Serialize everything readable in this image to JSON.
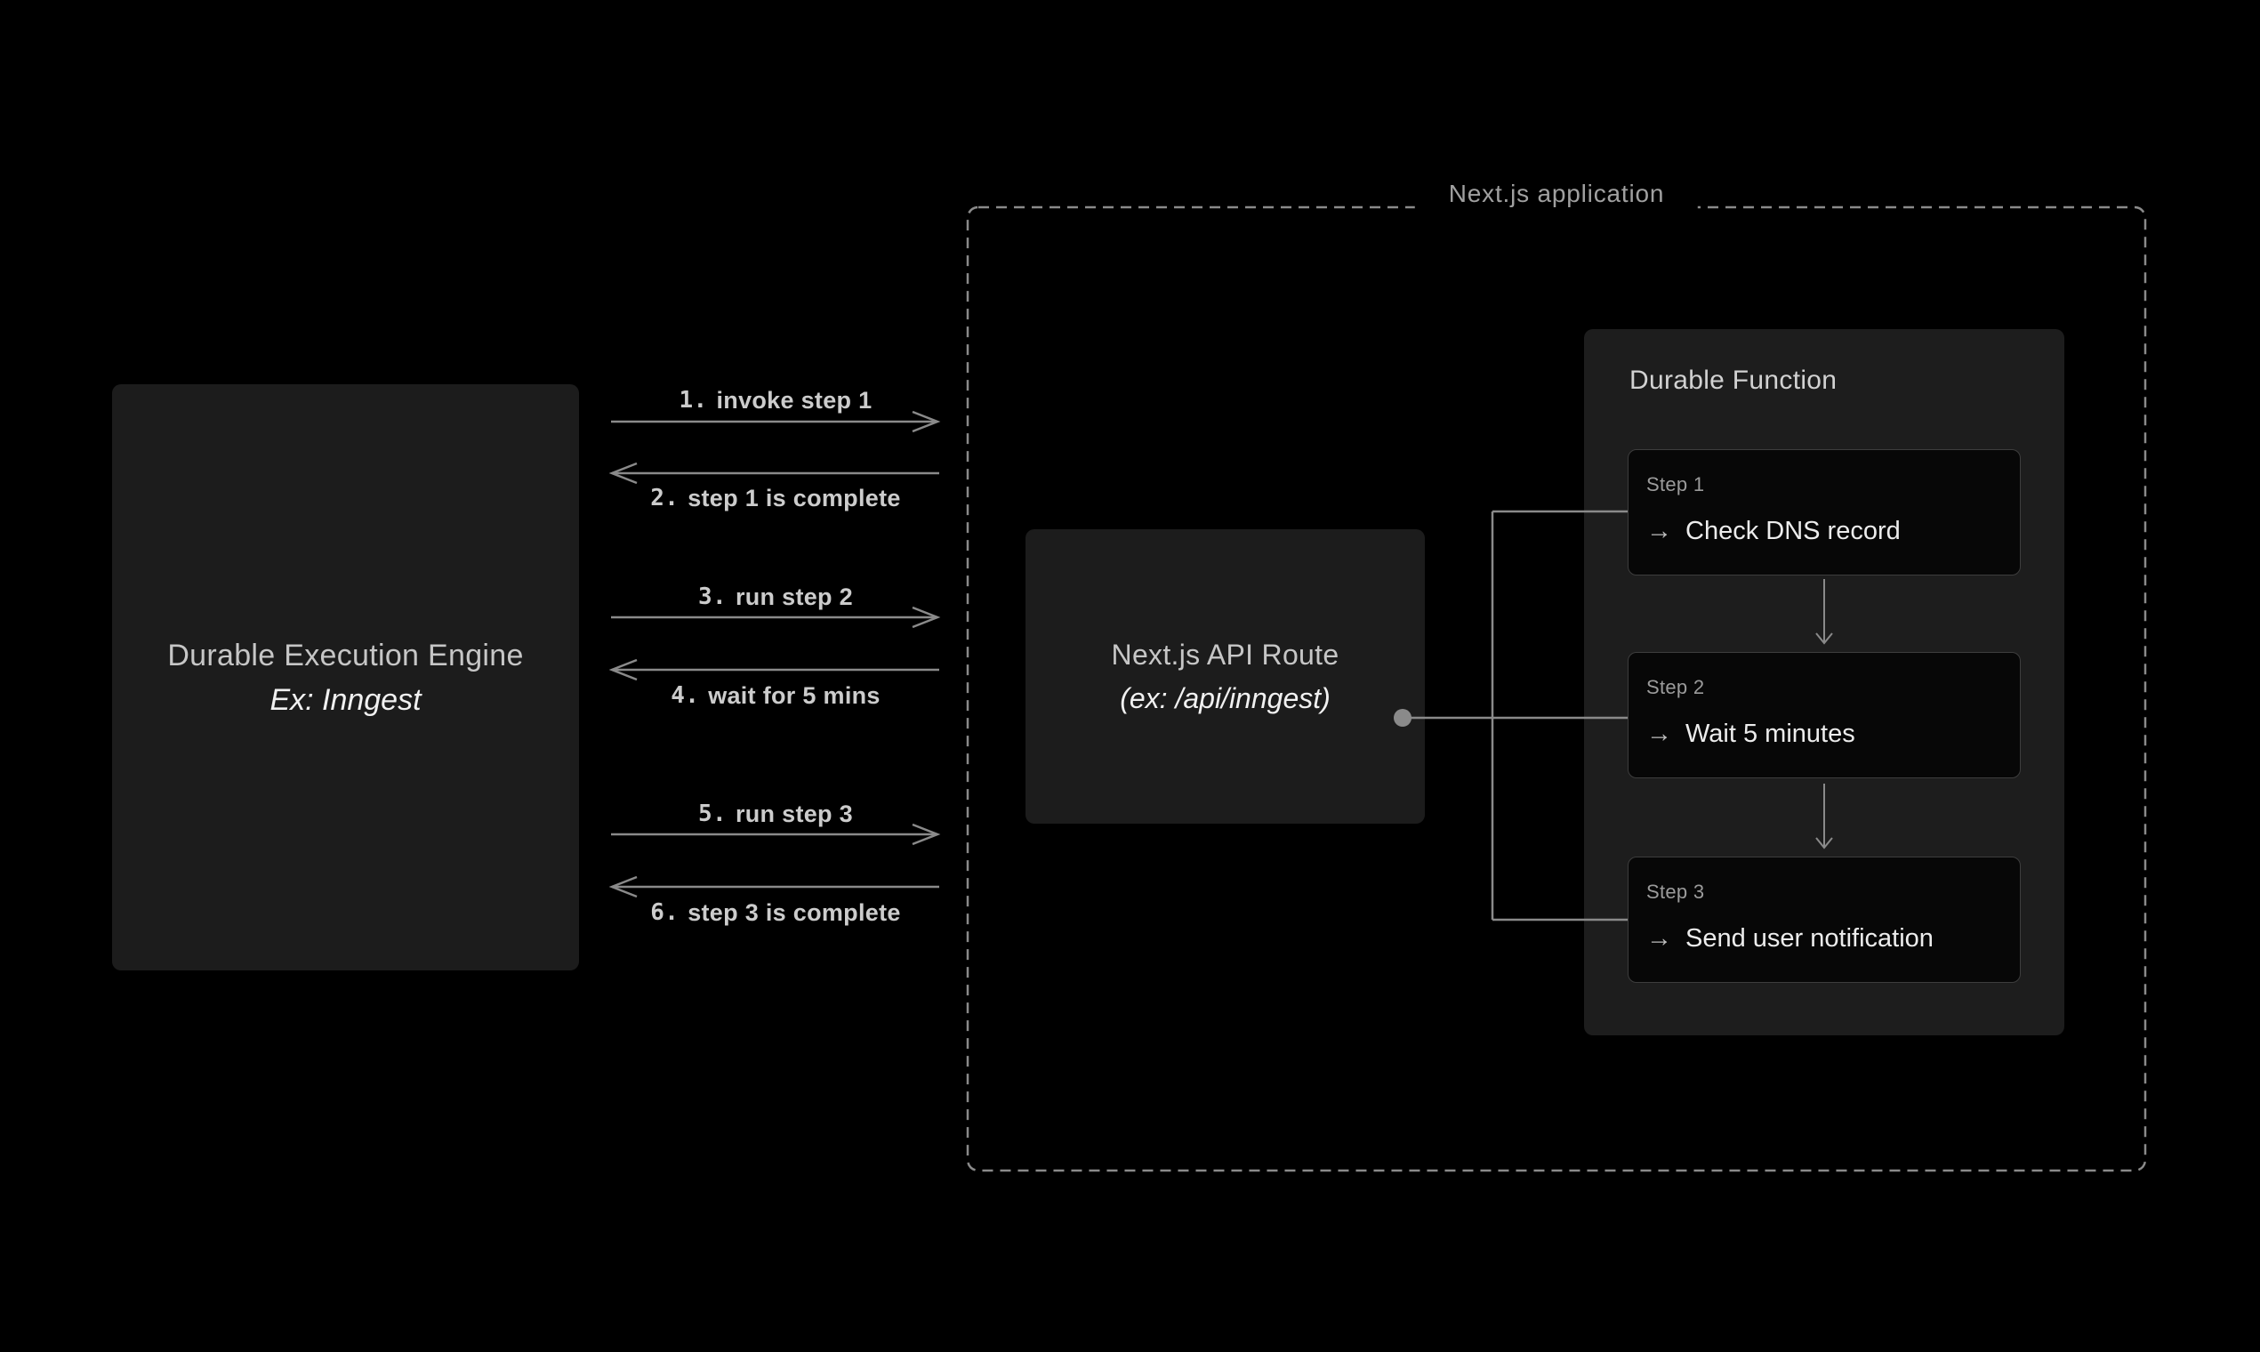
{
  "colors": {
    "background": "#000000",
    "box_fill": "#1c1c1c",
    "panel_fill": "#1d1d1d",
    "card_fill": "#070707",
    "card_border": "#3d3d3d",
    "line": "#8a8a8a",
    "heading_text": "#c6c6c6",
    "emphasis_text": "#f1f1f1",
    "label_text": "#cccccc",
    "muted_text": "#9b9b9b",
    "title_text": "#a0a0a0",
    "panel_title_text": "#d2d2d2",
    "step_text": "#ececec",
    "step_arrow": "#bdbdbd"
  },
  "engine_box": {
    "title": "Durable Execution Engine",
    "subtitle": "Ex: Inngest"
  },
  "messages": [
    {
      "num": "1.",
      "text": "invoke step 1",
      "direction": "right"
    },
    {
      "num": "2.",
      "text": "step 1 is complete",
      "direction": "left"
    },
    {
      "num": "3.",
      "text": "run step 2",
      "direction": "right"
    },
    {
      "num": "4.",
      "text": "wait for 5 mins",
      "direction": "left"
    },
    {
      "num": "5.",
      "text": "run step 3",
      "direction": "right"
    },
    {
      "num": "6.",
      "text": "step 3 is complete",
      "direction": "left"
    }
  ],
  "application": {
    "title": "Next.js application",
    "api_route_box": {
      "title": "Next.js API Route",
      "subtitle": "(ex: /api/inngest)"
    },
    "durable_function": {
      "title": "Durable Function",
      "steps": [
        {
          "label": "Step 1",
          "arrow": "→",
          "action": "Check DNS record"
        },
        {
          "label": "Step 2",
          "arrow": "→",
          "action": "Wait 5 minutes"
        },
        {
          "label": "Step 3",
          "arrow": "→",
          "action": "Send user notification"
        }
      ]
    }
  }
}
